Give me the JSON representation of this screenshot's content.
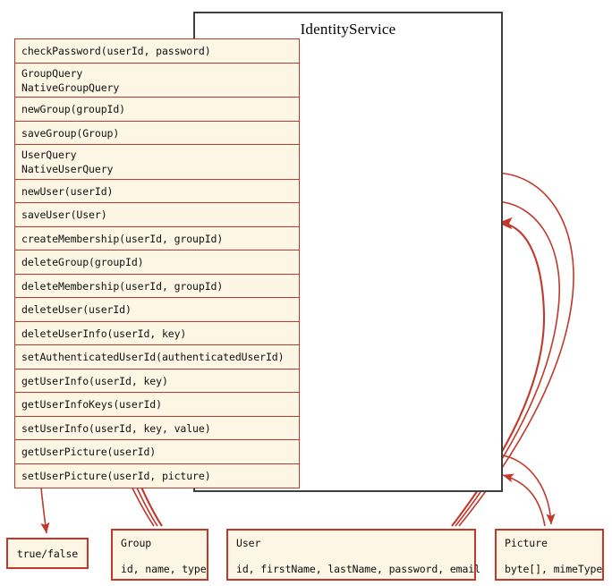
{
  "diagram": {
    "title": "IdentityService",
    "methods": [
      {
        "id": "checkPassword",
        "lines": [
          "checkPassword(userId, password)"
        ]
      },
      {
        "id": "groupQuery",
        "lines": [
          "GroupQuery",
          "NativeGroupQuery"
        ]
      },
      {
        "id": "newGroup",
        "lines": [
          "newGroup(groupId)"
        ]
      },
      {
        "id": "saveGroup",
        "lines": [
          "saveGroup(Group)"
        ]
      },
      {
        "id": "userQuery",
        "lines": [
          "UserQuery",
          "NativeUserQuery"
        ]
      },
      {
        "id": "newUser",
        "lines": [
          "newUser(userId)"
        ]
      },
      {
        "id": "saveUser",
        "lines": [
          "saveUser(User)"
        ]
      },
      {
        "id": "createMembership",
        "lines": [
          "createMembership(userId, groupId)"
        ]
      },
      {
        "id": "deleteGroup",
        "lines": [
          "deleteGroup(groupId)"
        ]
      },
      {
        "id": "deleteMembership",
        "lines": [
          "deleteMembership(userId, groupId)"
        ]
      },
      {
        "id": "deleteUser",
        "lines": [
          "deleteUser(userId)"
        ]
      },
      {
        "id": "deleteUserInfo",
        "lines": [
          "deleteUserInfo(userId, key)"
        ]
      },
      {
        "id": "setAuthenticatedUserId",
        "lines": [
          "setAuthenticatedUserId(authenticatedUserId)"
        ]
      },
      {
        "id": "getUserInfo",
        "lines": [
          "getUserInfo(userId, key)"
        ]
      },
      {
        "id": "getUserInfoKeys",
        "lines": [
          "getUserInfoKeys(userId)"
        ]
      },
      {
        "id": "setUserInfo",
        "lines": [
          "setUserInfo(userId, key, value)"
        ]
      },
      {
        "id": "getUserPicture",
        "lines": [
          "getUserPicture(userId)"
        ]
      },
      {
        "id": "setUserPicture",
        "lines": [
          "setUserPicture(userId, picture)"
        ]
      }
    ],
    "entities": {
      "truefalse": {
        "name": "true/false"
      },
      "group": {
        "name": "Group",
        "fields": "id, name, type"
      },
      "user": {
        "name": "User",
        "fields": "id, firstName, lastName, password, email"
      },
      "picture": {
        "name": "Picture",
        "fields": "byte[], mimeType"
      }
    },
    "colors": {
      "row_fill": "#fdf6e4",
      "row_border": "#c0392b",
      "outer_border": "#3f3f3f",
      "arrow": "#c0392b",
      "text": "#101010",
      "background": "#ffffff"
    },
    "relations": [
      {
        "from": "checkPassword",
        "to": "truefalse",
        "arrow": "to"
      },
      {
        "from": "groupQuery",
        "to": "group",
        "arrow": "to"
      },
      {
        "from": "newGroup",
        "to": "group",
        "arrow": "to"
      },
      {
        "from": "group",
        "to": "saveGroup",
        "arrow": "to"
      },
      {
        "from": "userQuery",
        "to": "user",
        "arrow": "to"
      },
      {
        "from": "newUser",
        "to": "user",
        "arrow": "to"
      },
      {
        "from": "user",
        "to": "saveUser",
        "arrow": "to"
      },
      {
        "from": "getUserPicture",
        "to": "picture",
        "arrow": "to"
      },
      {
        "from": "picture",
        "to": "setUserPicture",
        "arrow": "to"
      }
    ]
  }
}
